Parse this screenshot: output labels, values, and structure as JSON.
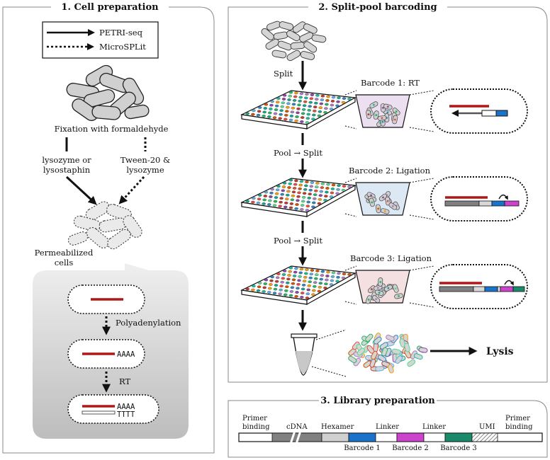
{
  "panel1": {
    "title": "1. Cell preparation",
    "legend": {
      "petri_label": "PETRI-seq",
      "microsplit_label": "MicroSPLit"
    },
    "fixation_label": "Fixation with formaldehyde",
    "left_branch": [
      "lysozyme or",
      "lysostaphin"
    ],
    "right_branch": [
      "Tween-20 &",
      "lysozyme"
    ],
    "permeabilized_label": [
      "Permeabilized",
      "cells"
    ],
    "polyadenylation_label": "Polyadenylation",
    "rt_label": "RT",
    "polya_text": "AAAA",
    "polyt_text": "TTTT"
  },
  "panel2": {
    "title": "2. Split-pool barcoding",
    "split_label": "Split",
    "pool_split_label": "Pool → Split",
    "barcode1_label": "Barcode 1: RT",
    "barcode2_label": "Barcode 2: Ligation",
    "barcode3_label": "Barcode 3: Ligation",
    "lysis_label": "Lysis"
  },
  "panel3": {
    "title": "3. Library preparation",
    "top_labels": [
      "Primer",
      "binding",
      "cDNA",
      "Hexamer",
      "Linker",
      "Linker",
      "UMI",
      "Primer",
      "binding"
    ],
    "bottom_labels": [
      "Barcode 1",
      "Barcode 2",
      "Barcode 3"
    ]
  },
  "colors": {
    "rna_red": "#b01818",
    "barcode1_blue": "#1a73c8",
    "barcode2_magenta": "#cc44cc",
    "barcode3_green": "#1a8a6a",
    "cdna_gray": "#808080"
  }
}
